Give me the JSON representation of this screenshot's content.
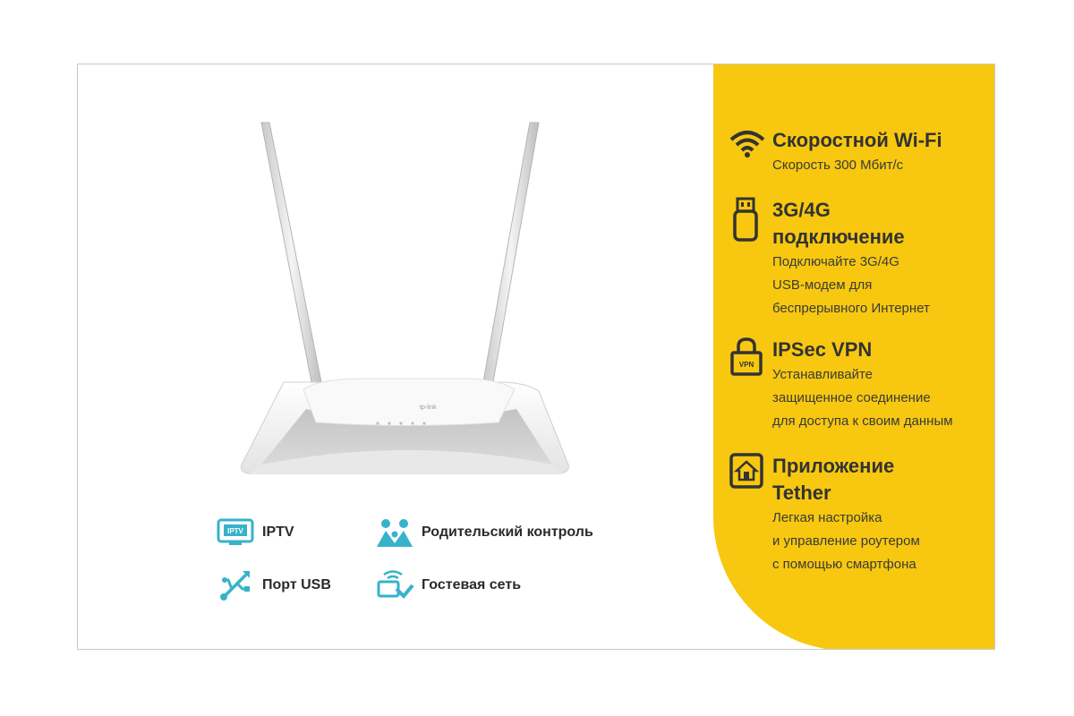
{
  "features": [
    {
      "icon": "iptv-icon",
      "label": "IPTV"
    },
    {
      "icon": "parental-control-icon",
      "label": "Родительский контроль"
    },
    {
      "icon": "usb-port-icon",
      "label": "Порт USB"
    },
    {
      "icon": "guest-network-icon",
      "label": "Гостевая сеть"
    }
  ],
  "router": {
    "brand": "tp-link"
  },
  "highlights": [
    {
      "icon": "wifi-icon",
      "title": "Скоростной Wi-Fi",
      "desc": [
        "Скорость 300 Мбит/с"
      ]
    },
    {
      "icon": "usb-modem-icon",
      "title": [
        "3G/4G",
        "подключение"
      ],
      "desc": [
        "Подключайте 3G/4G",
        "USB-модем для",
        "беспрерывного Интернет"
      ]
    },
    {
      "icon": "vpn-lock-icon",
      "title": "IPSec VPN",
      "desc": [
        "Устанавливайте",
        "защищенное соединение",
        "для доступа к своим данным"
      ]
    },
    {
      "icon": "tether-app-icon",
      "title": [
        "Приложение",
        "Tether"
      ],
      "desc": [
        "Легкая настройка",
        "и управление роутером",
        "с помощью смартфона"
      ]
    }
  ],
  "colors": {
    "accent_yellow": "#f7c80f",
    "feature_teal": "#36b3c9",
    "text_dark": "#333333"
  }
}
